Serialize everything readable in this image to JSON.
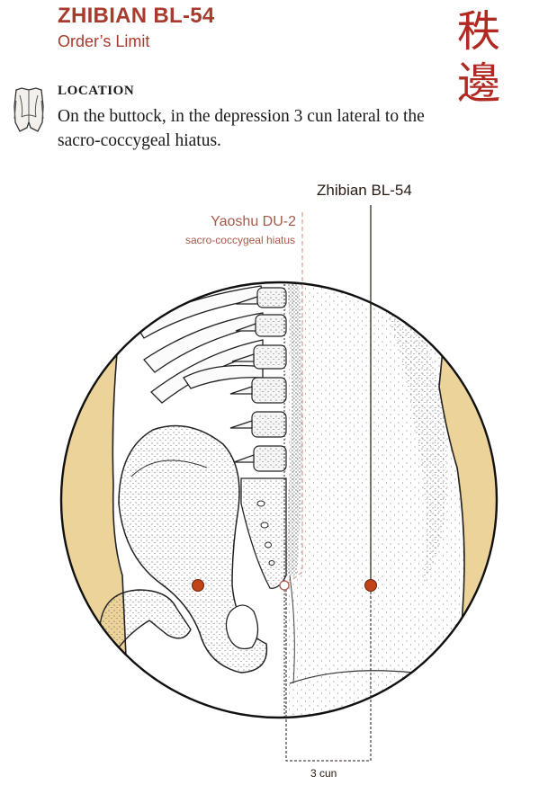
{
  "point": {
    "code": "ZHIBIAN BL-54",
    "name": "Order’s Limit",
    "chinese": "秩邊"
  },
  "location": {
    "heading": "LOCATION",
    "text": "On the buttock, in the depression 3 cun lateral to the sacro-coccygeal hiatus."
  },
  "diagram": {
    "point_label": "Zhibian BL-54",
    "reference_label": "Yaoshu DU-2",
    "reference_sublabel": "sacro-coccygeal hiatus",
    "measurement_label": "3 cun"
  },
  "colors": {
    "title": "#a83a2e",
    "point_marker": "#c04418",
    "reference_line": "#d9a092",
    "skin_tone": "#ecd39a",
    "seal": "#b02a22"
  },
  "icons": {
    "location": "back-figure-icon"
  }
}
